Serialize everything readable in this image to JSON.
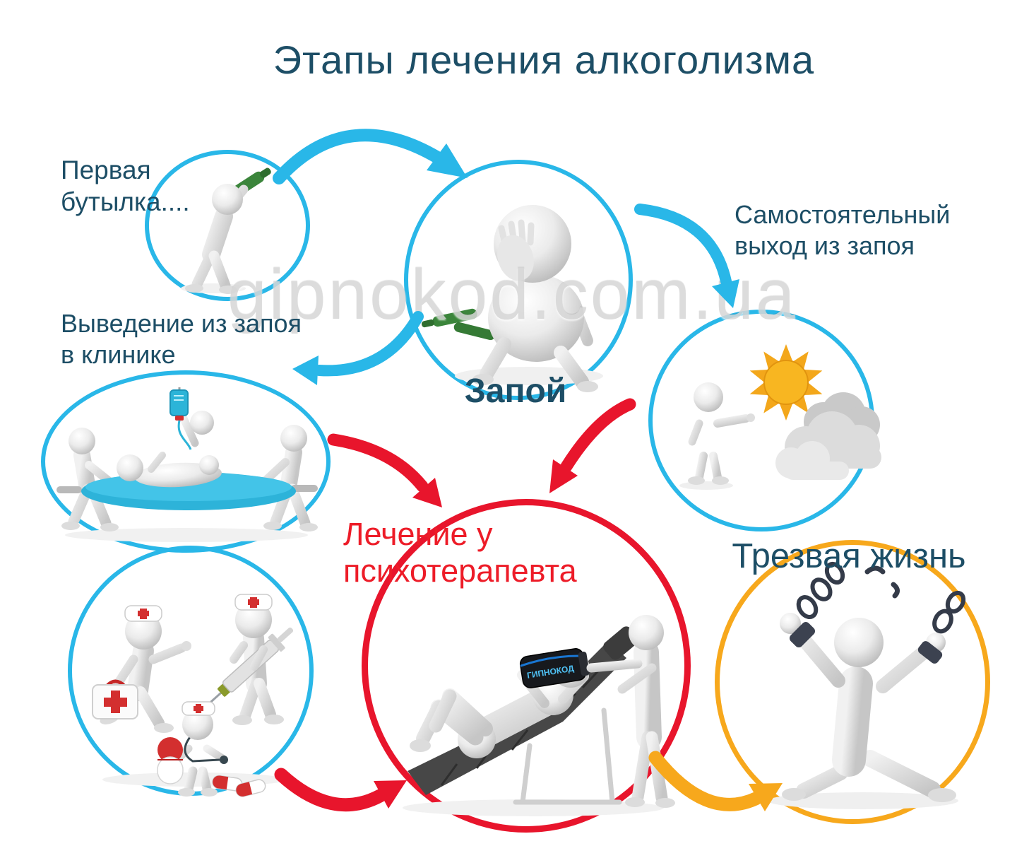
{
  "title": "Этапы лечения алкоголизма",
  "watermark": "gipnokod.com.ua",
  "vr_headset_label": "ГИПНОКОД",
  "colors": {
    "title_text": "#1d4e66",
    "label_text": "#1d4e66",
    "highlight_text": "#ed1c28",
    "cyan_arrow": "#29b7e8",
    "red_arrow": "#e8152c",
    "yellow_arrow": "#f7a81c",
    "figure_gray": "#e9e9e9",
    "bottle_green": "#3b853b",
    "sun_yellow": "#f6ab1e",
    "stretcher_teal": "#2db3d9",
    "vr_text_blue": "#4fc3f7",
    "cross_red": "#d32f2f"
  },
  "stages": [
    {
      "id": "first-bottle",
      "label": "Первая\nбутылка...."
    },
    {
      "id": "binge",
      "label": "Запой"
    },
    {
      "id": "self-exit",
      "label": "Самостоятельный\nвыход из запоя"
    },
    {
      "id": "clinic-detox",
      "label": "Выведение из запоя\nв клинике"
    },
    {
      "id": "medical-team",
      "label": ""
    },
    {
      "id": "psychotherapy",
      "label": "Лечение у\nпсихотерапевта"
    },
    {
      "id": "sober-life",
      "label": "Трезвая жизнь"
    }
  ]
}
